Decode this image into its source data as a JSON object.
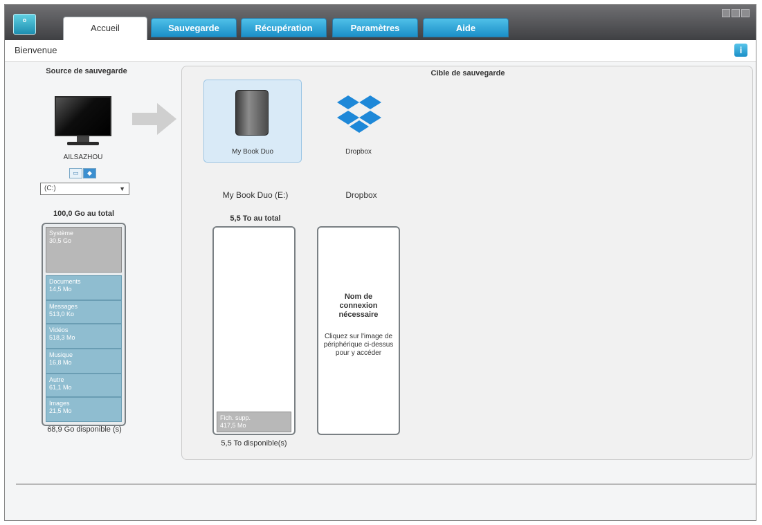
{
  "tabs": [
    {
      "label": "Accueil",
      "active": true
    },
    {
      "label": "Sauvegarde",
      "active": false
    },
    {
      "label": "Récupération",
      "active": false
    },
    {
      "label": "Paramètres",
      "active": false
    },
    {
      "label": "Aide",
      "active": false
    }
  ],
  "subheader": {
    "title": "Bienvenue",
    "info_icon": "info-icon"
  },
  "source": {
    "heading": "Source de sauvegarde",
    "computer_name": "AILSAZHOU",
    "drive_select": "(C:)",
    "total": "100,0 Go au total",
    "available": "68,9 Go disponible (s)",
    "segments": [
      {
        "name": "Système",
        "size": "30,5 Go"
      },
      {
        "name": "Documents",
        "size": "14,5 Mo"
      },
      {
        "name": "Messages",
        "size": "513,0 Ko"
      },
      {
        "name": "Vidéos",
        "size": "518,3 Mo"
      },
      {
        "name": "Musique",
        "size": "16,8 Mo"
      },
      {
        "name": "Autre",
        "size": "61,1 Mo"
      },
      {
        "name": "Images",
        "size": "21,5 Mo"
      }
    ]
  },
  "target": {
    "heading": "Cible de sauvegarde",
    "devices": [
      {
        "name": "My Book Duo",
        "icon": "hard-drive-icon",
        "selected": true
      },
      {
        "name": "Dropbox",
        "icon": "dropbox-icon",
        "selected": false
      }
    ],
    "mybook": {
      "title": "My Book Duo (E:)",
      "total": "5,5 To au total",
      "segment_name": "Fich. supp.",
      "segment_size": "417,5 Mo",
      "available": "5,5 To disponible(s)"
    },
    "dropbox": {
      "title": "Dropbox",
      "login_title": "Nom de connexion nécessaire",
      "login_hint": "Cliquez sur l'image de périphérique ci-dessus pour y accéder"
    }
  },
  "colors": {
    "tab_blue": "#1b8fc8",
    "selected_tile": "#d9eaf7",
    "category_blue": "#8fbdd0",
    "system_gray": "#b8b8b8"
  }
}
